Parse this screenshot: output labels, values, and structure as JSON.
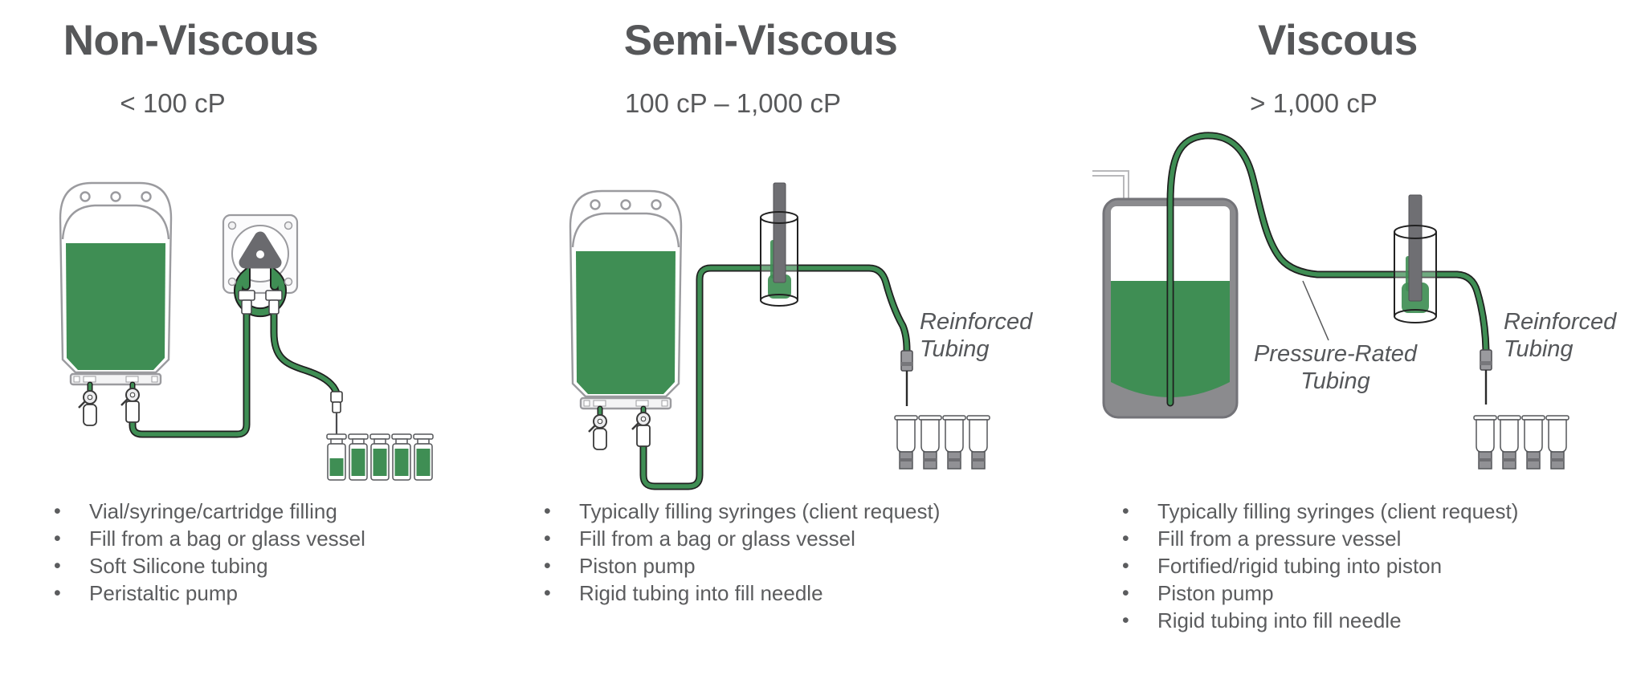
{
  "colors": {
    "accent_green": "#3F8E54",
    "text_gray": "#58595B",
    "vessel_gray": "#8B8B8E"
  },
  "columns": [
    {
      "title": "Non-Viscous",
      "viscosity_range": "< 100 cP",
      "bullets": [
        "Vial/syringe/cartridge filling",
        "Fill from a bag or glass vessel",
        "Soft Silicone tubing",
        "Peristaltic pump"
      ]
    },
    {
      "title": "Semi-Viscous",
      "viscosity_range": "100 cP – 1,000 cP",
      "bullets": [
        "Typically filling syringes (client request)",
        "Fill from a bag or glass vessel",
        "Piston pump",
        "Rigid tubing into fill needle"
      ],
      "labels": {
        "reinforced_tubing": "Reinforced Tubing"
      }
    },
    {
      "title": "Viscous",
      "viscosity_range": "> 1,000 cP",
      "bullets": [
        "Typically filling syringes (client request)",
        "Fill from a pressure vessel",
        "Fortified/rigid tubing into piston",
        "Piston pump",
        "Rigid tubing into fill needle"
      ],
      "labels": {
        "pressure_rated_tubing": "Pressure-Rated Tubing",
        "reinforced_tubing": "Reinforced Tubing"
      }
    }
  ]
}
